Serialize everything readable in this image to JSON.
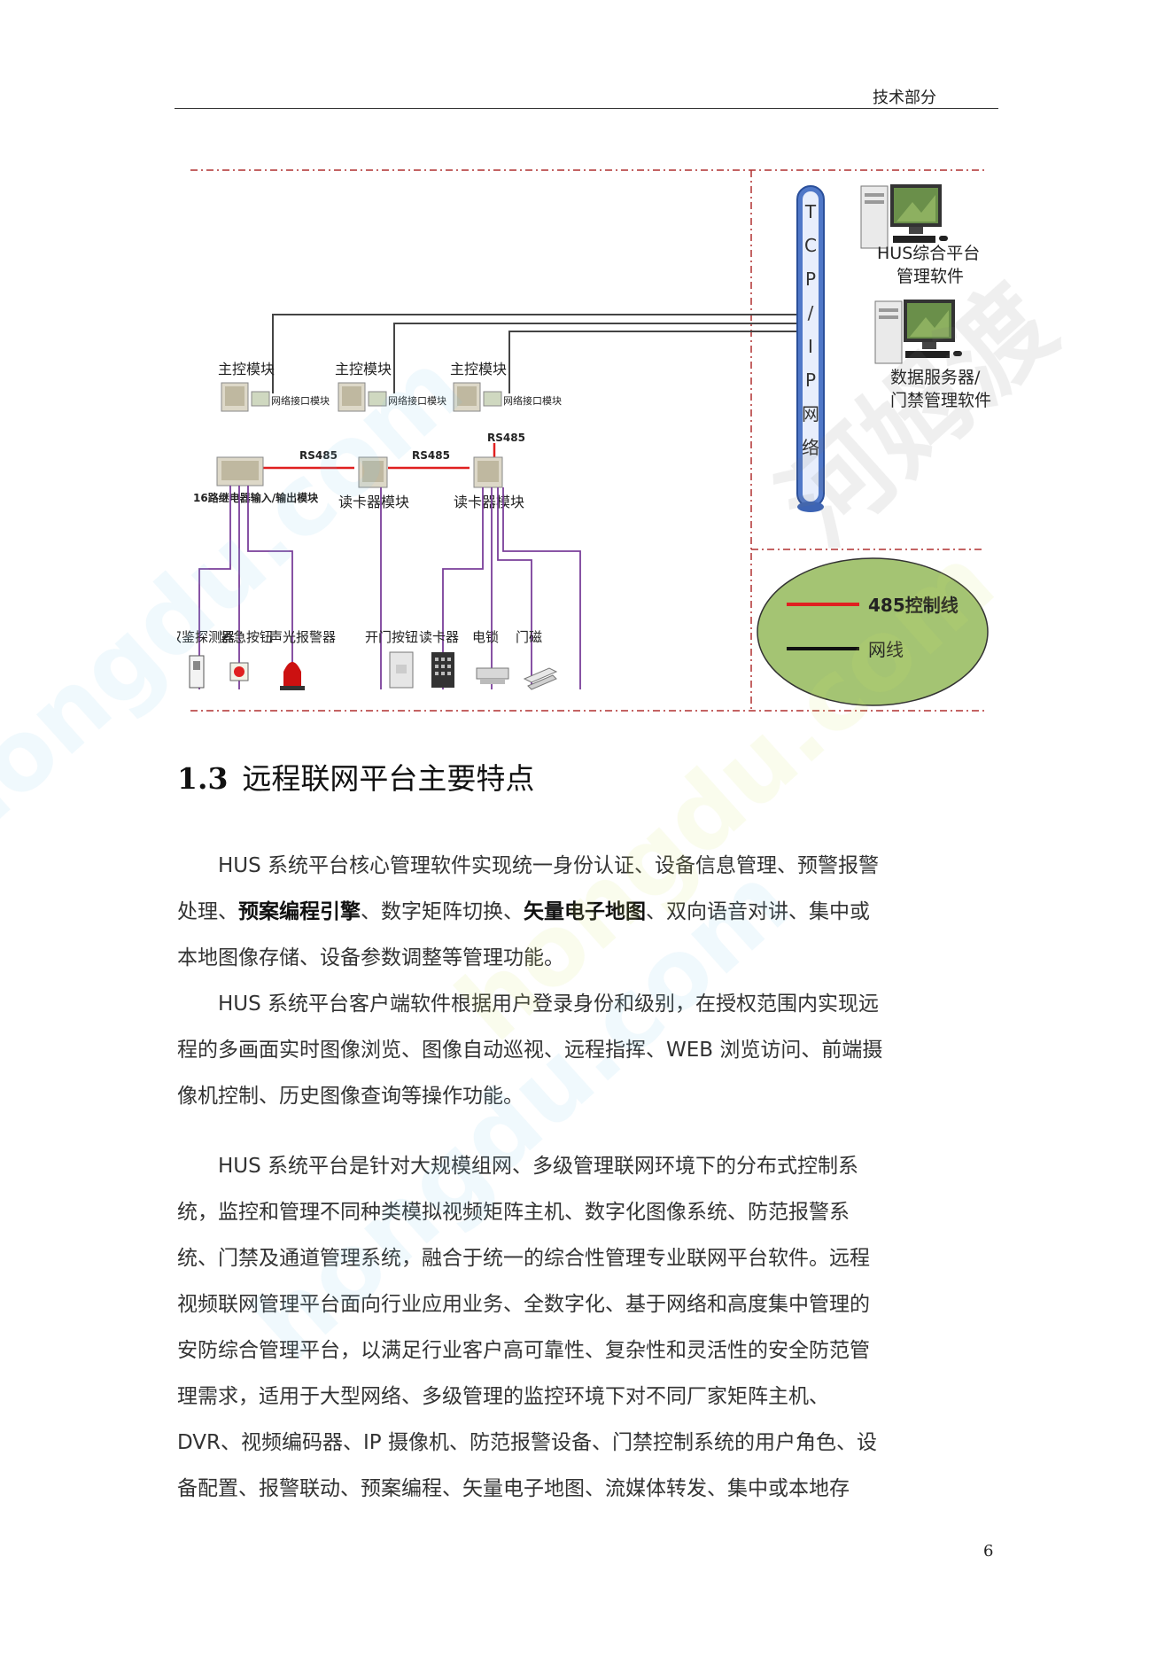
{
  "header": {
    "section_label": "技术部分"
  },
  "diagram": {
    "network_label_chars": [
      "T",
      "C",
      "P",
      "/",
      "I",
      "P",
      "网",
      "络"
    ],
    "server1_label": [
      "HUS综合平台",
      "管理软件"
    ],
    "server2_label": [
      "数据服务器/",
      "门禁管理软件"
    ],
    "control_modules": [
      "主控模块",
      "主控模块",
      "主控模块"
    ],
    "net_interface_modules": [
      "网络接口模块",
      "网络接口模块",
      "网络接口模块"
    ],
    "rs485_labels": [
      "RS485",
      "RS485",
      "RS485"
    ],
    "relay_module": "16路继电器输入/输出模块",
    "card_reader_modules": [
      "读卡器模块",
      "读卡器模块"
    ],
    "devices": [
      "双鉴探测器",
      "紧急按钮",
      "声光报警器",
      "开门按钮",
      "读卡器",
      "电锁",
      "门磁"
    ],
    "legend": {
      "rs485_line": "485控制线",
      "network_line": "网线",
      "colors": {
        "rs485": "#e02020",
        "network": "#222222",
        "field": "#a4c473",
        "wiring": "#7a3f9a"
      }
    }
  },
  "section": {
    "number": "1.3",
    "title": "远程联网平台主要特点"
  },
  "paragraphs": [
    {
      "lines": [
        [
          {
            "t": "HUS 系统平台核心管理软件实现统一身份认证、设备信息管理、预警报警"
          }
        ],
        [
          {
            "t": "处理、"
          },
          {
            "t": "预案编程引擎",
            "b": true
          },
          {
            "t": "、数字矩阵切换、"
          },
          {
            "t": "矢量电子地图",
            "b": true
          },
          {
            "t": "、双向语音对讲、集中或"
          }
        ],
        [
          {
            "t": "本地图像存储、设备参数调整等管理功能。"
          }
        ]
      ]
    },
    {
      "lines": [
        [
          {
            "t": "HUS 系统平台客户端软件根据用户登录身份和级别，在授权范围内实现远"
          }
        ],
        [
          {
            "t": "程的多画面实时图像浏览、图像自动巡视、远程指挥、WEB 浏览访问、前端摄"
          }
        ],
        [
          {
            "t": "像机控制、历史图像查询等操作功能。"
          }
        ]
      ]
    },
    {
      "lines": [
        [
          {
            "t": "HUS 系统平台是针对大规模组网、多级管理联网环境下的分布式控制系"
          }
        ],
        [
          {
            "t": "统，监控和管理不同种类模拟视频矩阵主机、数字化图像系统、防范报警系"
          }
        ],
        [
          {
            "t": "统、门禁及通道管理系统，融合于统一的综合性管理专业联网平台软件。远程"
          }
        ],
        [
          {
            "t": "视频联网管理平台面向行业应用业务、全数字化、基于网络和高度集中管理的"
          }
        ],
        [
          {
            "t": "安防综合管理平台，以满足行业客户高可靠性、复杂性和灵活性的安全防范管"
          }
        ],
        [
          {
            "t": "理需求，适用于大型网络、多级管理的监控环境下对不同厂家矩阵主机、"
          }
        ],
        [
          {
            "t": "DVR、视频编码器、IP 摄像机、防范报警设备、门禁控制系统的用户角色、设"
          }
        ],
        [
          {
            "t": "备配置、报警联动、预案编程、矢量电子地图、流媒体转发、集中或本地存"
          }
        ]
      ]
    }
  ],
  "page_number": "6",
  "watermark": {
    "text": "hongdu.com",
    "logo_chars": "河姆渡"
  }
}
